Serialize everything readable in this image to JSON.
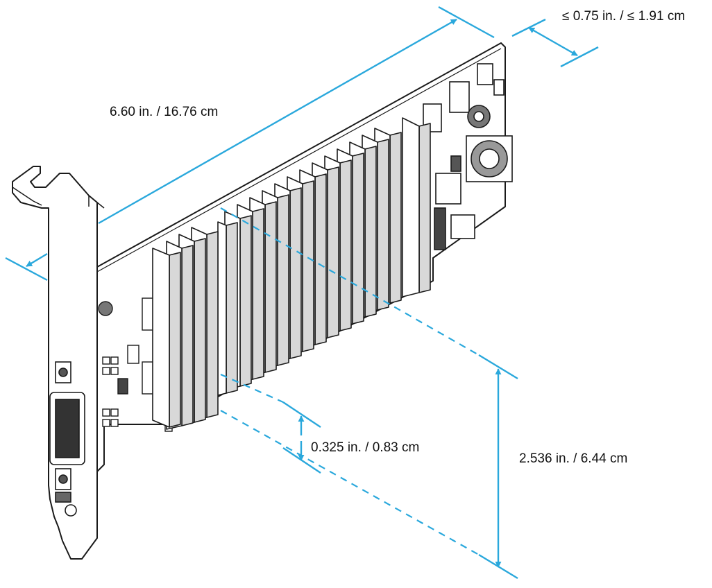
{
  "colors": {
    "dimension": "#2aa8dc",
    "outline": "#1a1a1a",
    "fill": "#ffffff",
    "dark": "#3a3a3a"
  },
  "dimensions": {
    "length": "6.60 in. / 16.76 cm",
    "thickness": "≤ 0.75 in. / ≤ 1.91 cm",
    "height": "2.536 in. / 6.44 cm",
    "bottom_offset": "0.325 in. / 0.83 cm"
  }
}
